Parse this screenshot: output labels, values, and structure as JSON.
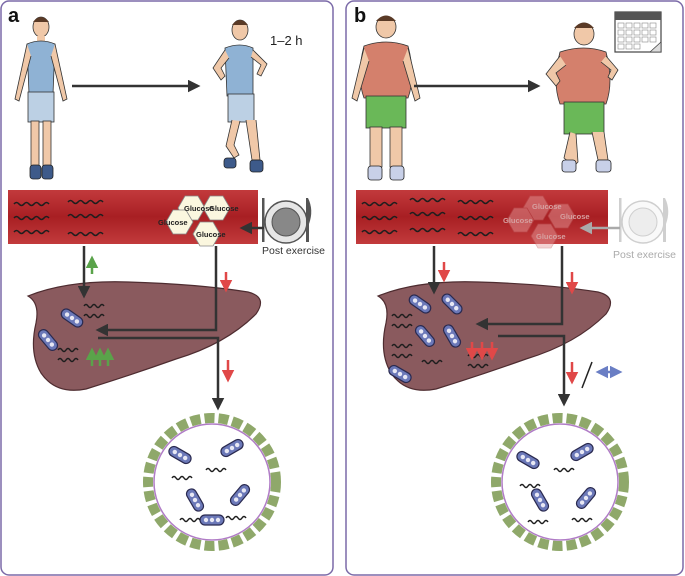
{
  "panel_a": {
    "label": "a",
    "duration_label": "1–2 h",
    "glucose_labels": [
      "Glucose",
      "Glucose",
      "Glucose",
      "Glucose"
    ],
    "post_exercise_label": "Post exercise"
  },
  "panel_b": {
    "label": "b",
    "glucose_labels": [
      "Glucose",
      "Glucose",
      "Glucose",
      "Glucose"
    ],
    "post_exercise_label": "Post exercise"
  },
  "colors": {
    "panel_border": "#7b6aa8",
    "muscle": "#b8282b",
    "liver": "#8a5a5e",
    "up_arrow": "#5aa34a",
    "down_arrow": "#e04848",
    "neutral_arrow": "#6a7ec4",
    "flow_arrow": "#333333"
  },
  "icons": [
    "runner-figure",
    "plate-icon",
    "calendar-icon",
    "muscle-fiber",
    "liver",
    "lipoprotein-particle"
  ]
}
